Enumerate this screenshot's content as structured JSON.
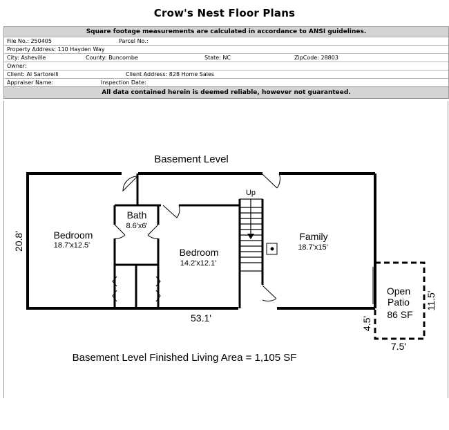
{
  "title": "Crow's Nest Floor Plans",
  "header": {
    "notice_top": "Square footage measurements are calculated in accordance to ANSI guidelines.",
    "file_no": "File No.: 250405",
    "parcel_no": "Parcel No.:",
    "property_address": "Property Address: 110 Hayden Way",
    "city": "City: Asheville",
    "county": "County: Buncombe",
    "state": "State: NC",
    "zipcode": "ZipCode: 28803",
    "owner": "Owner:",
    "client": "Client: Al Sartorelli",
    "client_address": "Client Address: 828 Home Sales",
    "appraiser": "Appraiser Name:",
    "inspection_date": "Inspection Date:",
    "notice_bottom": "All data contained herein is deemed reliable, however not guaranteed."
  },
  "plan": {
    "level_title": "Basement Level",
    "rooms": [
      {
        "name": "Bedroom",
        "dims": "18.7'x12.5'"
      },
      {
        "name": "Bath",
        "dims": "8.6'x6'"
      },
      {
        "name": "Bedroom",
        "dims": "14.2'x12.1'"
      },
      {
        "name": "Family",
        "dims": "18.7'x15'"
      }
    ],
    "stairs_label": "Up",
    "patio": {
      "line1": "Open",
      "line2": "Patio",
      "area": "86 SF"
    },
    "dims": {
      "width": "53.1'",
      "height": "20.8'",
      "patio_width": "7.5'",
      "patio_height": "11.5'",
      "patio_offset": "4.5'"
    },
    "area_label": "Basement Level Finished Living Area = 1,105 SF"
  }
}
